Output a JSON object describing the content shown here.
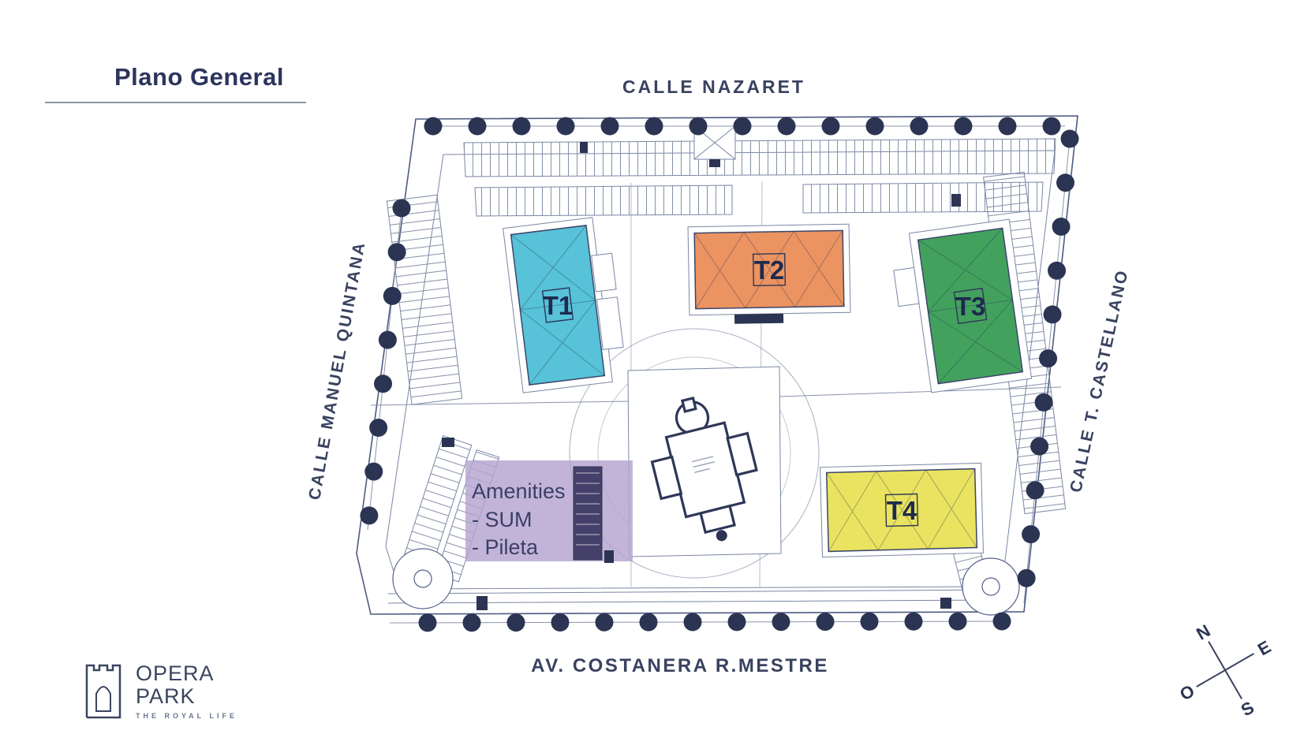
{
  "page": {
    "title": "Plano General"
  },
  "streets": {
    "top": "CALLE NAZARET",
    "left": "CALLE MANUEL QUINTANA",
    "right": "CALLE T. CASTELLANO",
    "bottom": "AV. COSTANERA R.MESTRE"
  },
  "towers": [
    {
      "id": "T1",
      "color": "#57c2d8"
    },
    {
      "id": "T2",
      "color": "#eb9361"
    },
    {
      "id": "T3",
      "color": "#43a15e"
    },
    {
      "id": "T4",
      "color": "#e9e35f"
    }
  ],
  "amenities": {
    "heading": "Amenities",
    "item_sum": "- SUM",
    "item_pool": "- Pileta",
    "fill": "#b5a4d0",
    "pool_fill": "#454069"
  },
  "compass": {
    "north": "N",
    "east": "E",
    "south": "S",
    "west": "O"
  },
  "logo": {
    "line1": "OPERA",
    "line2": "PARK",
    "tagline": "THE ROYAL LIFE"
  },
  "colors": {
    "ink": "#2c3453",
    "line": "#7a86a4",
    "boundary": "#4e5a82",
    "title": "#2b355c"
  }
}
